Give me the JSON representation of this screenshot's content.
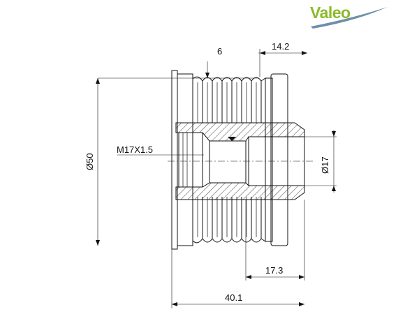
{
  "brand": {
    "name": "Valeo",
    "color": "#8bbb2a"
  },
  "dimensions": {
    "groove_pitch": "6",
    "groove_offset": "14.2",
    "outer_diameter": "Ø50",
    "thread": "M17X1.5",
    "bore_diameter": "Ø17",
    "hub_length": "17.3",
    "overall_length": "40.1"
  }
}
